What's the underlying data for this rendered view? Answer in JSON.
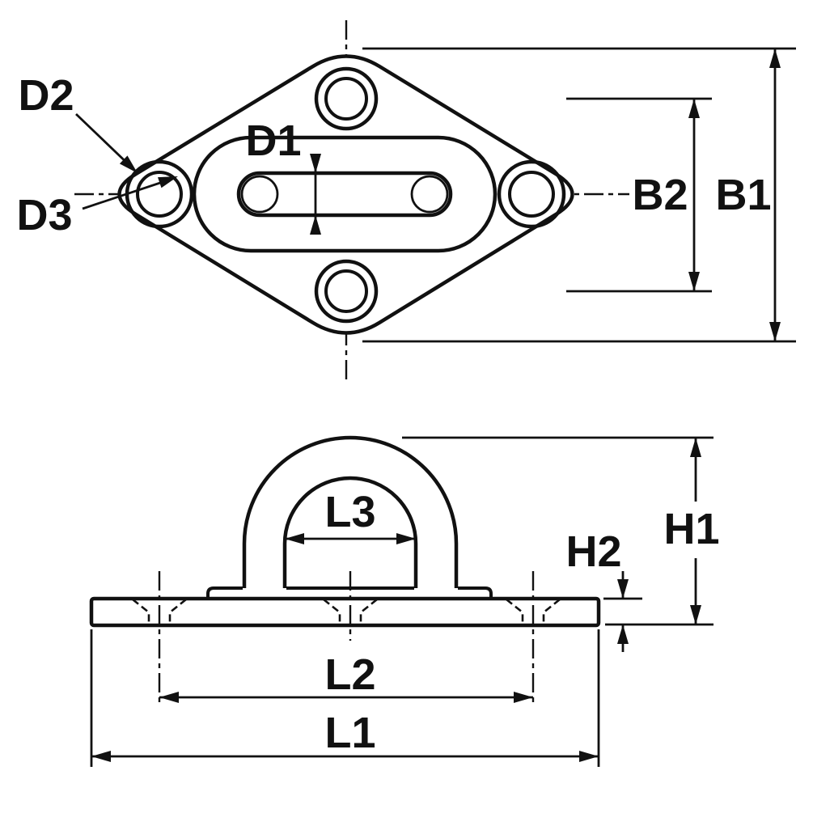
{
  "labels": {
    "d1": "D1",
    "d2": "D2",
    "d3": "D3",
    "b1": "B1",
    "b2": "B2",
    "l1": "L1",
    "l2": "L2",
    "l3": "L3",
    "h1": "H1",
    "h2": "H2"
  },
  "colors": {
    "line": "#111111",
    "background": "#ffffff"
  }
}
